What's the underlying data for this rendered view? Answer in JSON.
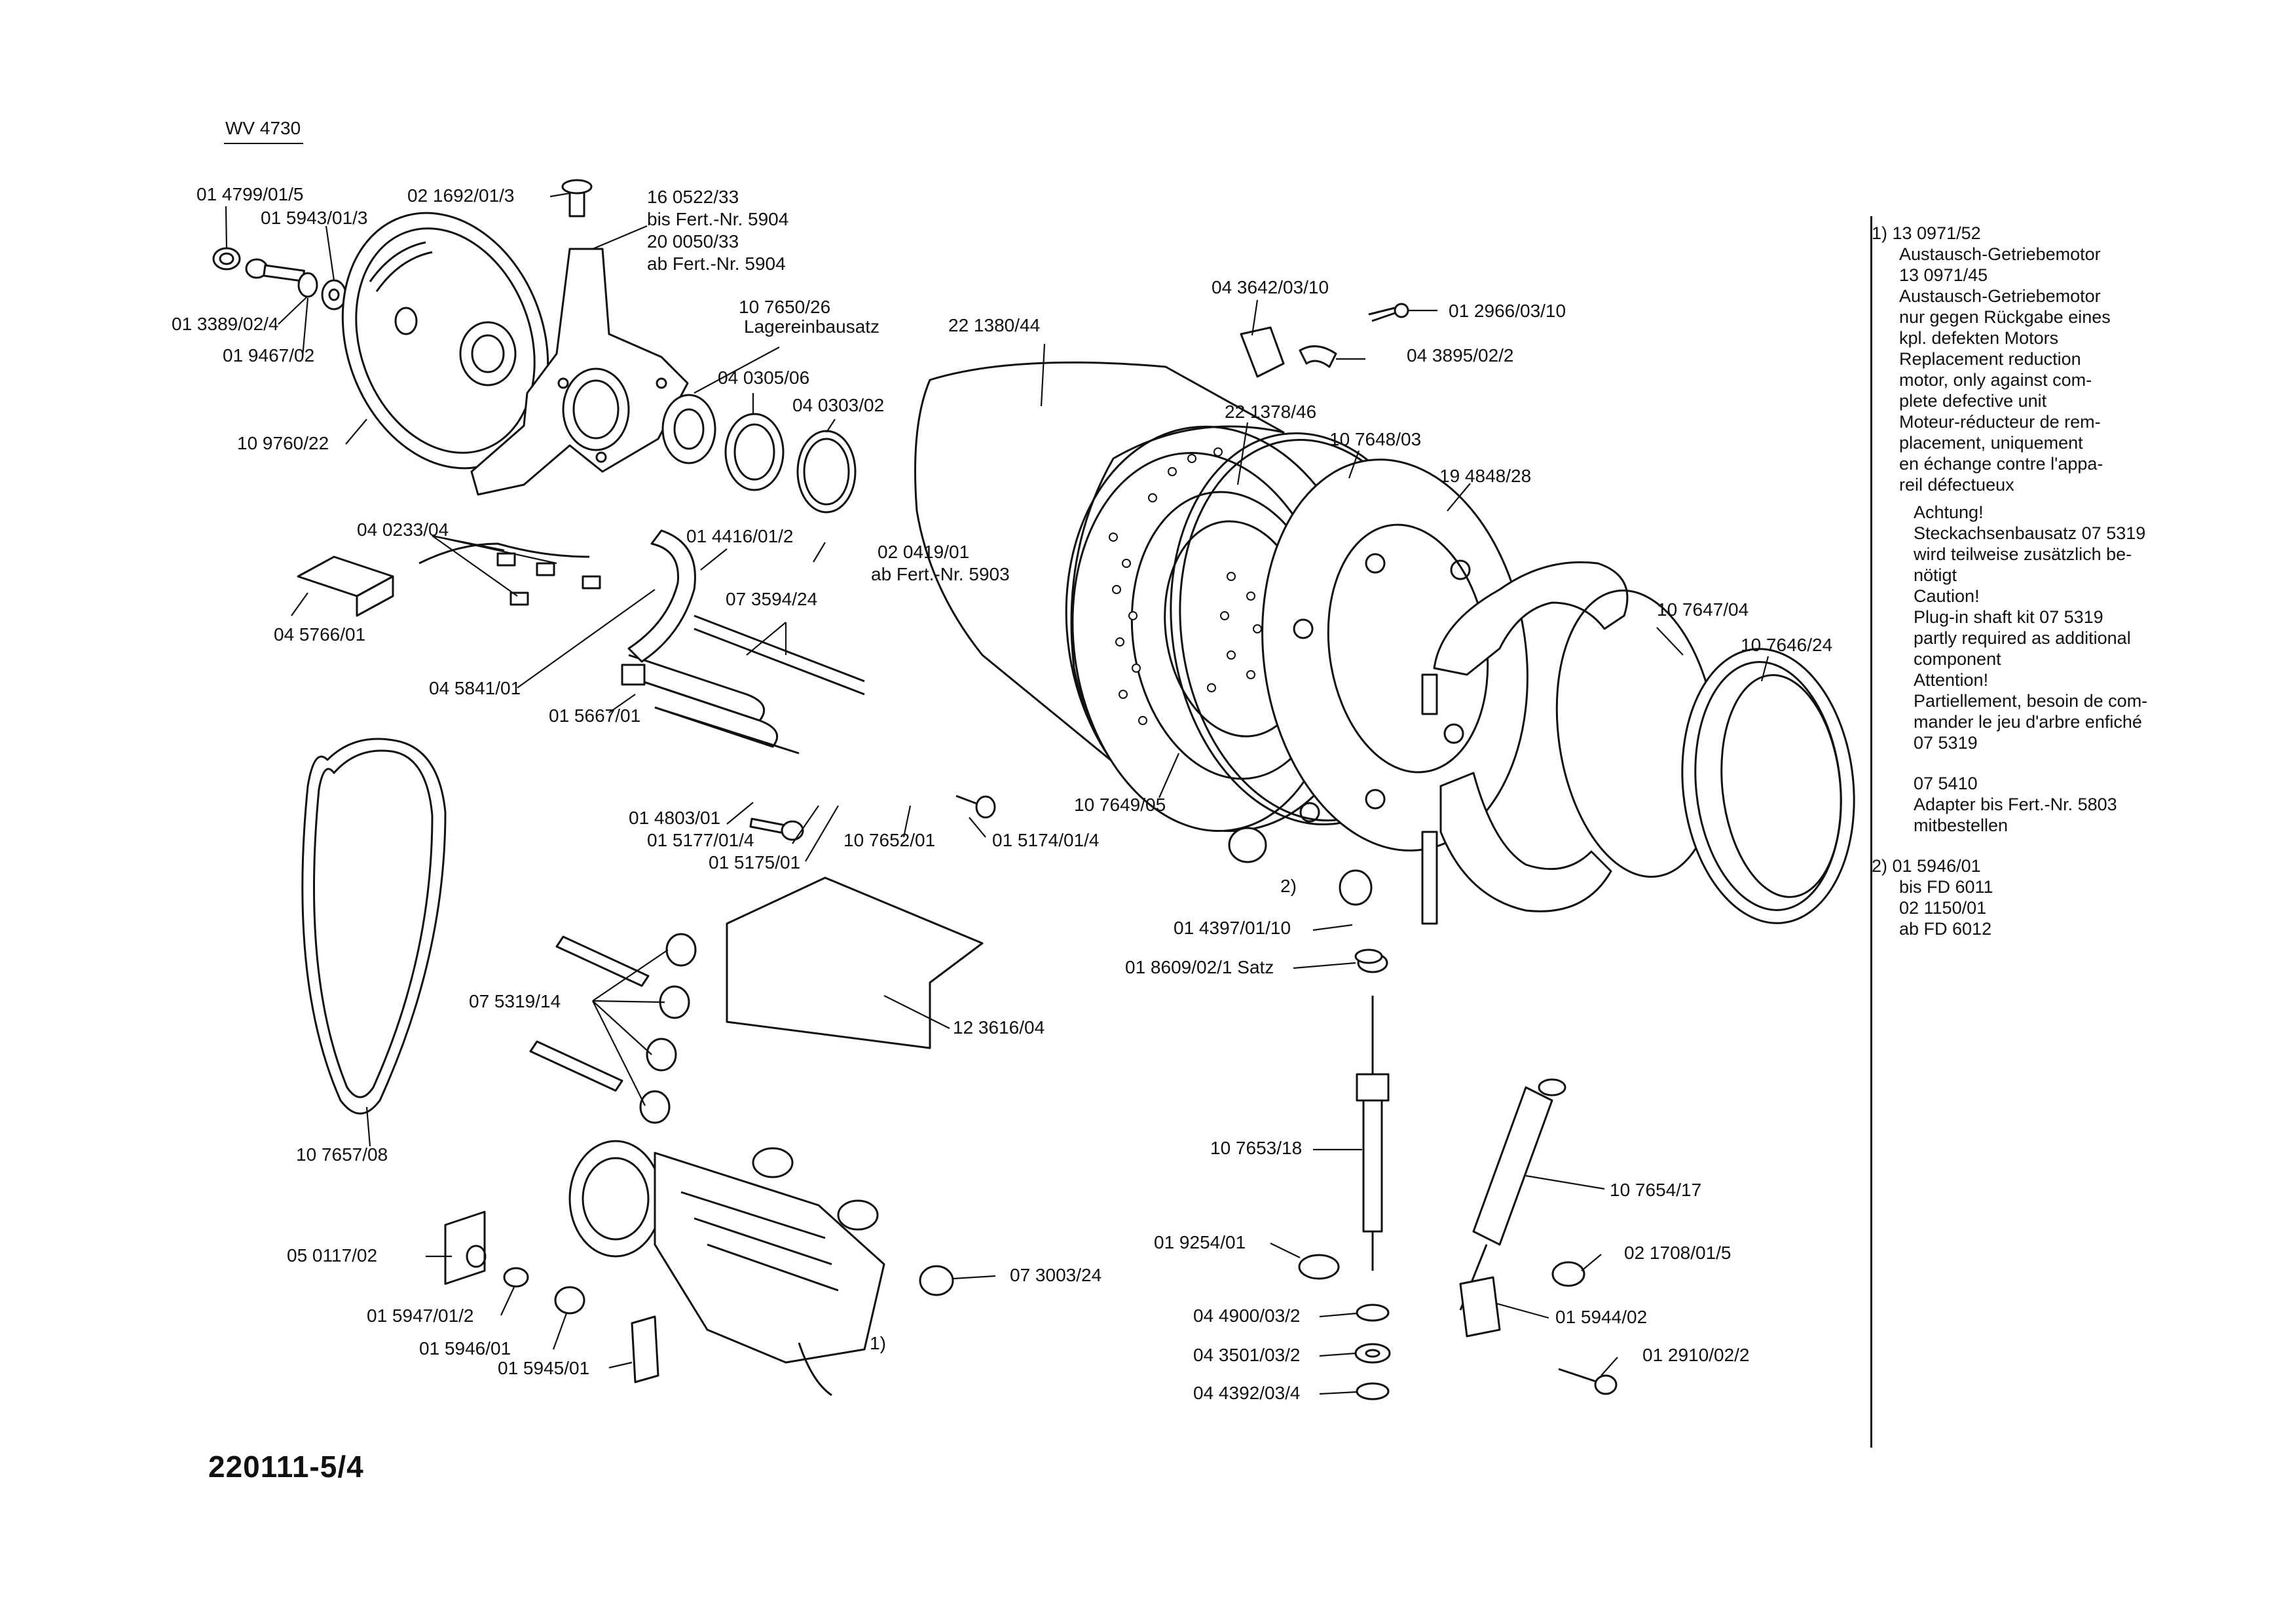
{
  "header": {
    "model": "WV 4730"
  },
  "document_number": "220111-5/4",
  "callouts": [
    {
      "id": "c01",
      "text": "01 4799/01/5"
    },
    {
      "id": "c02",
      "text": "01 5943/01/3"
    },
    {
      "id": "c03",
      "text": "01 3389/02/4"
    },
    {
      "id": "c04",
      "text": "01 9467/02"
    },
    {
      "id": "c05",
      "text": "10 9760/22"
    },
    {
      "id": "c06",
      "text": "02 1692/01/3"
    },
    {
      "id": "c07",
      "text": "16 0522/33"
    },
    {
      "id": "c08",
      "text": "bis Fert.-Nr. 5904"
    },
    {
      "id": "c09",
      "text": "20 0050/33"
    },
    {
      "id": "c10",
      "text": "ab Fert.-Nr. 5904"
    },
    {
      "id": "c11",
      "text": "10 7650/26"
    },
    {
      "id": "c12",
      "text": "Lagereinbausatz"
    },
    {
      "id": "c13",
      "text": "04 0305/06"
    },
    {
      "id": "c14",
      "text": "04 0303/02"
    },
    {
      "id": "c15",
      "text": "22 1380/44"
    },
    {
      "id": "c16",
      "text": "04 3642/03/10"
    },
    {
      "id": "c17",
      "text": "01 2966/03/10"
    },
    {
      "id": "c18",
      "text": "04 3895/02/2"
    },
    {
      "id": "c19",
      "text": "22 1378/46"
    },
    {
      "id": "c20",
      "text": "10 7648/03"
    },
    {
      "id": "c21",
      "text": "19 4848/28"
    },
    {
      "id": "c22",
      "text": "04 0233/04"
    },
    {
      "id": "c23",
      "text": "04 5766/01"
    },
    {
      "id": "c24",
      "text": "01 4416/01/2"
    },
    {
      "id": "c25",
      "text": "02 0419/01"
    },
    {
      "id": "c26",
      "text": "ab Fert.-Nr. 5903"
    },
    {
      "id": "c27",
      "text": "07 3594/24"
    },
    {
      "id": "c28",
      "text": "04 5841/01"
    },
    {
      "id": "c29",
      "text": "01 5667/01"
    },
    {
      "id": "c30",
      "text": "10 7647/04"
    },
    {
      "id": "c31",
      "text": "10 7646/24"
    },
    {
      "id": "c32",
      "text": "01 4803/01"
    },
    {
      "id": "c33",
      "text": "01 5177/01/4"
    },
    {
      "id": "c34",
      "text": "01 5175/01"
    },
    {
      "id": "c35",
      "text": "10 7652/01"
    },
    {
      "id": "c36",
      "text": "01 5174/01/4"
    },
    {
      "id": "c37",
      "text": "10 7649/05"
    },
    {
      "id": "c38",
      "text": "2)"
    },
    {
      "id": "c39",
      "text": "01 4397/01/10"
    },
    {
      "id": "c40",
      "text": "01 8609/02/1 Satz"
    },
    {
      "id": "c41",
      "text": "07 5319/14"
    },
    {
      "id": "c42",
      "text": "12 3616/04"
    },
    {
      "id": "c43",
      "text": "10 7657/08"
    },
    {
      "id": "c44",
      "text": "10 7653/18"
    },
    {
      "id": "c45",
      "text": "10 7654/17"
    },
    {
      "id": "c46",
      "text": "01 9254/01"
    },
    {
      "id": "c47",
      "text": "02 1708/01/5"
    },
    {
      "id": "c48",
      "text": "05 0117/02"
    },
    {
      "id": "c49",
      "text": "07 3003/24"
    },
    {
      "id": "c50",
      "text": "04 4900/03/2"
    },
    {
      "id": "c51",
      "text": "01 5944/02"
    },
    {
      "id": "c52",
      "text": "01 5947/01/2"
    },
    {
      "id": "c53",
      "text": "01 5946/01"
    },
    {
      "id": "c54",
      "text": "1)"
    },
    {
      "id": "c55",
      "text": "04 3501/03/2"
    },
    {
      "id": "c56",
      "text": "01 2910/02/2"
    },
    {
      "id": "c57",
      "text": "01 5945/01"
    },
    {
      "id": "c58",
      "text": "04 4392/03/4"
    }
  ],
  "notes": {
    "n1": [
      "1) 13 0971/52",
      "Austausch-Getriebemotor",
      "13 0971/45",
      "Austausch-Getriebemotor",
      "nur gegen Rückgabe eines",
      "kpl. defekten Motors",
      "Replacement reduction",
      "motor, only against com-",
      "plete defective unit",
      "Moteur-réducteur de rem-",
      "placement, uniquement",
      "en échange contre l'appa-",
      "reil défectueux"
    ],
    "n1b": [
      "Achtung!",
      "Steckachsenbausatz 07 5319",
      "wird teilweise zusätzlich be-",
      "nötigt",
      "Caution!",
      "Plug-in shaft kit 07 5319",
      "partly required as additional",
      "component",
      "Attention!",
      "Partiellement, besoin de com-",
      "mander le jeu d'arbre enfiché",
      "07 5319"
    ],
    "n1c": [
      "07 5410",
      "Adapter bis Fert.-Nr. 5803",
      "mitbestellen"
    ],
    "n2": [
      "2) 01 5946/01",
      "bis FD 6011",
      "02 1150/01",
      "ab FD 6012"
    ]
  }
}
